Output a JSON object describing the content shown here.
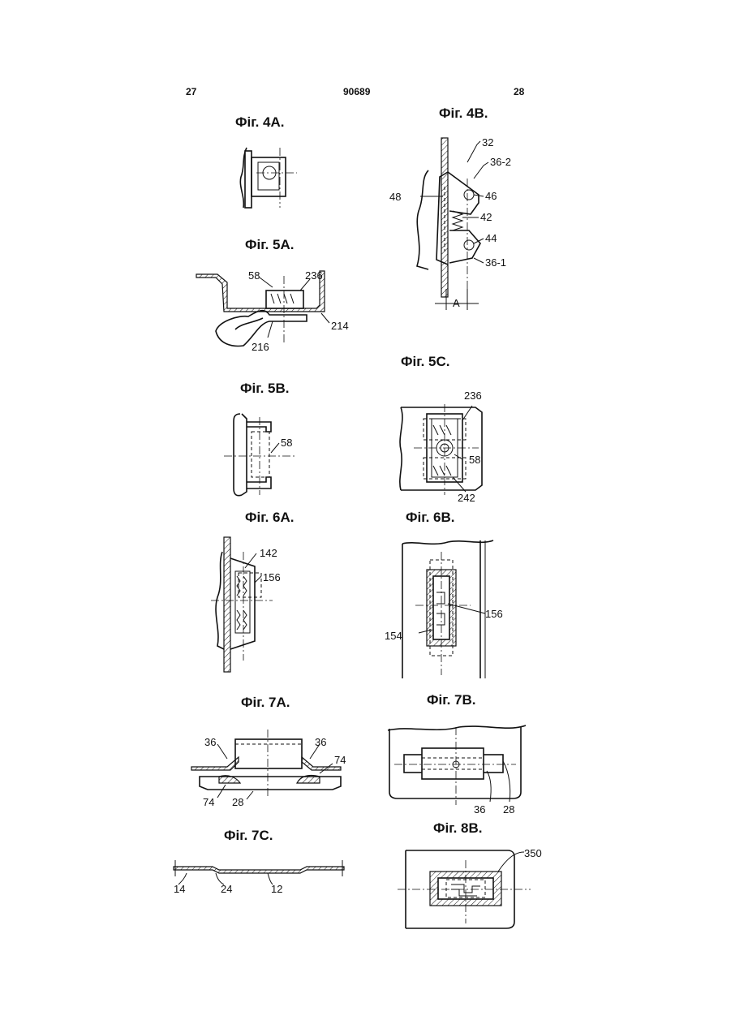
{
  "header": {
    "left_page": "27",
    "doc_number": "90689",
    "right_page": "28"
  },
  "figures": {
    "fig4a": {
      "caption": "Фіг. 4А.",
      "labels": []
    },
    "fig4b": {
      "caption": "Фіг. 4В.",
      "labels": [
        "32",
        "36-2",
        "48",
        "46",
        "42",
        "44",
        "36-1",
        "A"
      ]
    },
    "fig5a": {
      "caption": "Фіг. 5А.",
      "labels": [
        "58",
        "236",
        "214",
        "216"
      ]
    },
    "fig5c": {
      "caption": "Фіг. 5С.",
      "labels": [
        "236",
        "58",
        "242"
      ]
    },
    "fig5b": {
      "caption": "Фіг. 5В.",
      "labels": [
        "58"
      ]
    },
    "fig6a": {
      "caption": "Фіг. 6А.",
      "labels": [
        "142",
        "156"
      ]
    },
    "fig6b": {
      "caption": "Фіг. 6В.",
      "labels": [
        "156",
        "154"
      ]
    },
    "fig7a": {
      "caption": "Фіг. 7А.",
      "labels": [
        "36",
        "36",
        "74",
        "74",
        "28"
      ]
    },
    "fig7b": {
      "caption": "Фіг. 7В.",
      "labels": [
        "36",
        "28"
      ]
    },
    "fig7c": {
      "caption": "Фіг. 7С.",
      "labels": [
        "14",
        "24",
        "12"
      ]
    },
    "fig8b": {
      "caption": "Фіг. 8В.",
      "labels": [
        "350"
      ]
    }
  }
}
